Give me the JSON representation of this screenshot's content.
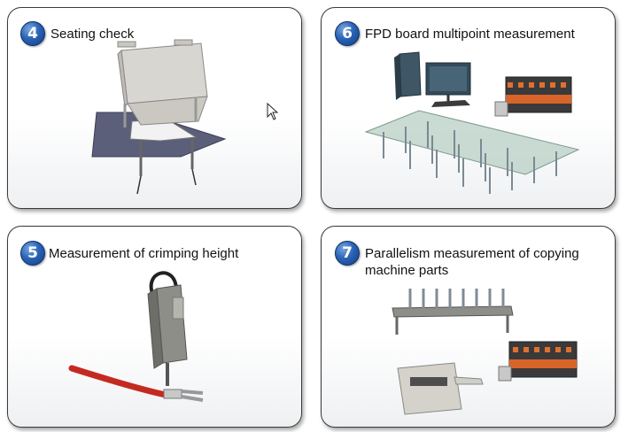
{
  "panels": [
    {
      "number": "4",
      "title": "Seating check"
    },
    {
      "number": "6",
      "title": "FPD board multipoint measurement"
    },
    {
      "number": "5",
      "title": "Measurement of crimping height"
    },
    {
      "number": "7",
      "title": "Parallelism measurement of copying machine parts"
    }
  ],
  "icons": {
    "cursor": "mouse-pointer-icon"
  }
}
